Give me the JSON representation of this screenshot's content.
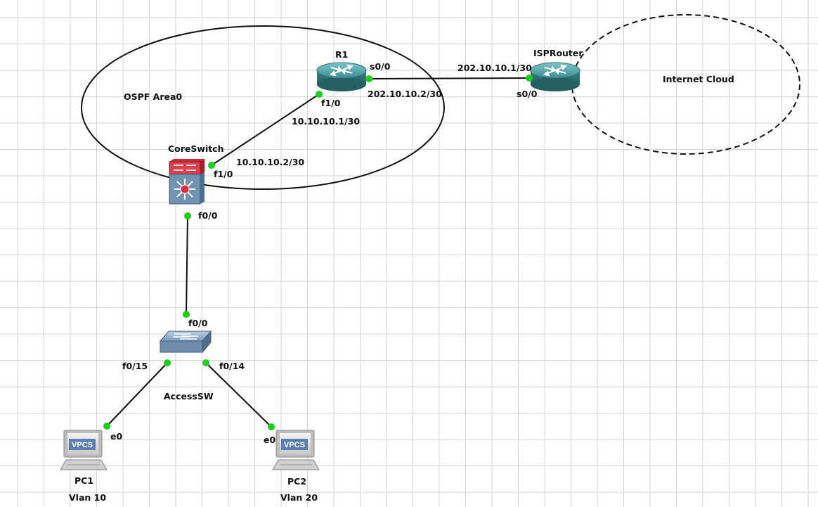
{
  "zones": {
    "ospf": "OSPF Area0",
    "internet": "Internet Cloud"
  },
  "devices": {
    "r1": "R1",
    "isp": "ISPRouter",
    "core": "CoreSwitch",
    "access": "AccessSW",
    "pc1": "PC1",
    "pc2": "PC2",
    "vpcs": "VPCS"
  },
  "vlans": {
    "pc1": "Vlan 10",
    "pc2": "Vlan 20"
  },
  "interfaces": {
    "r1_s0_0": "s0/0",
    "r1_f1_0": "f1/0",
    "isp_s0_0": "s0/0",
    "core_f1_0": "f1/0",
    "core_f0_0": "f0/0",
    "acc_f0_0": "f0/0",
    "acc_f0_15": "f0/15",
    "acc_f0_14": "f0/14",
    "pc1_e0": "e0",
    "pc2_e0": "e0"
  },
  "addresses": {
    "r1_serial": "202.10.10.2/30",
    "isp_serial": "202.10.10.1/30",
    "r1_fa": "10.10.10.1/30",
    "core_fa": "10.10.10.2/30"
  },
  "colors": {
    "router": "#3f8f93",
    "core_top": "#d23b48",
    "core_body": "#6f90ae",
    "switch": "#6f90ae",
    "port": "#19d119",
    "link": "#111111"
  }
}
